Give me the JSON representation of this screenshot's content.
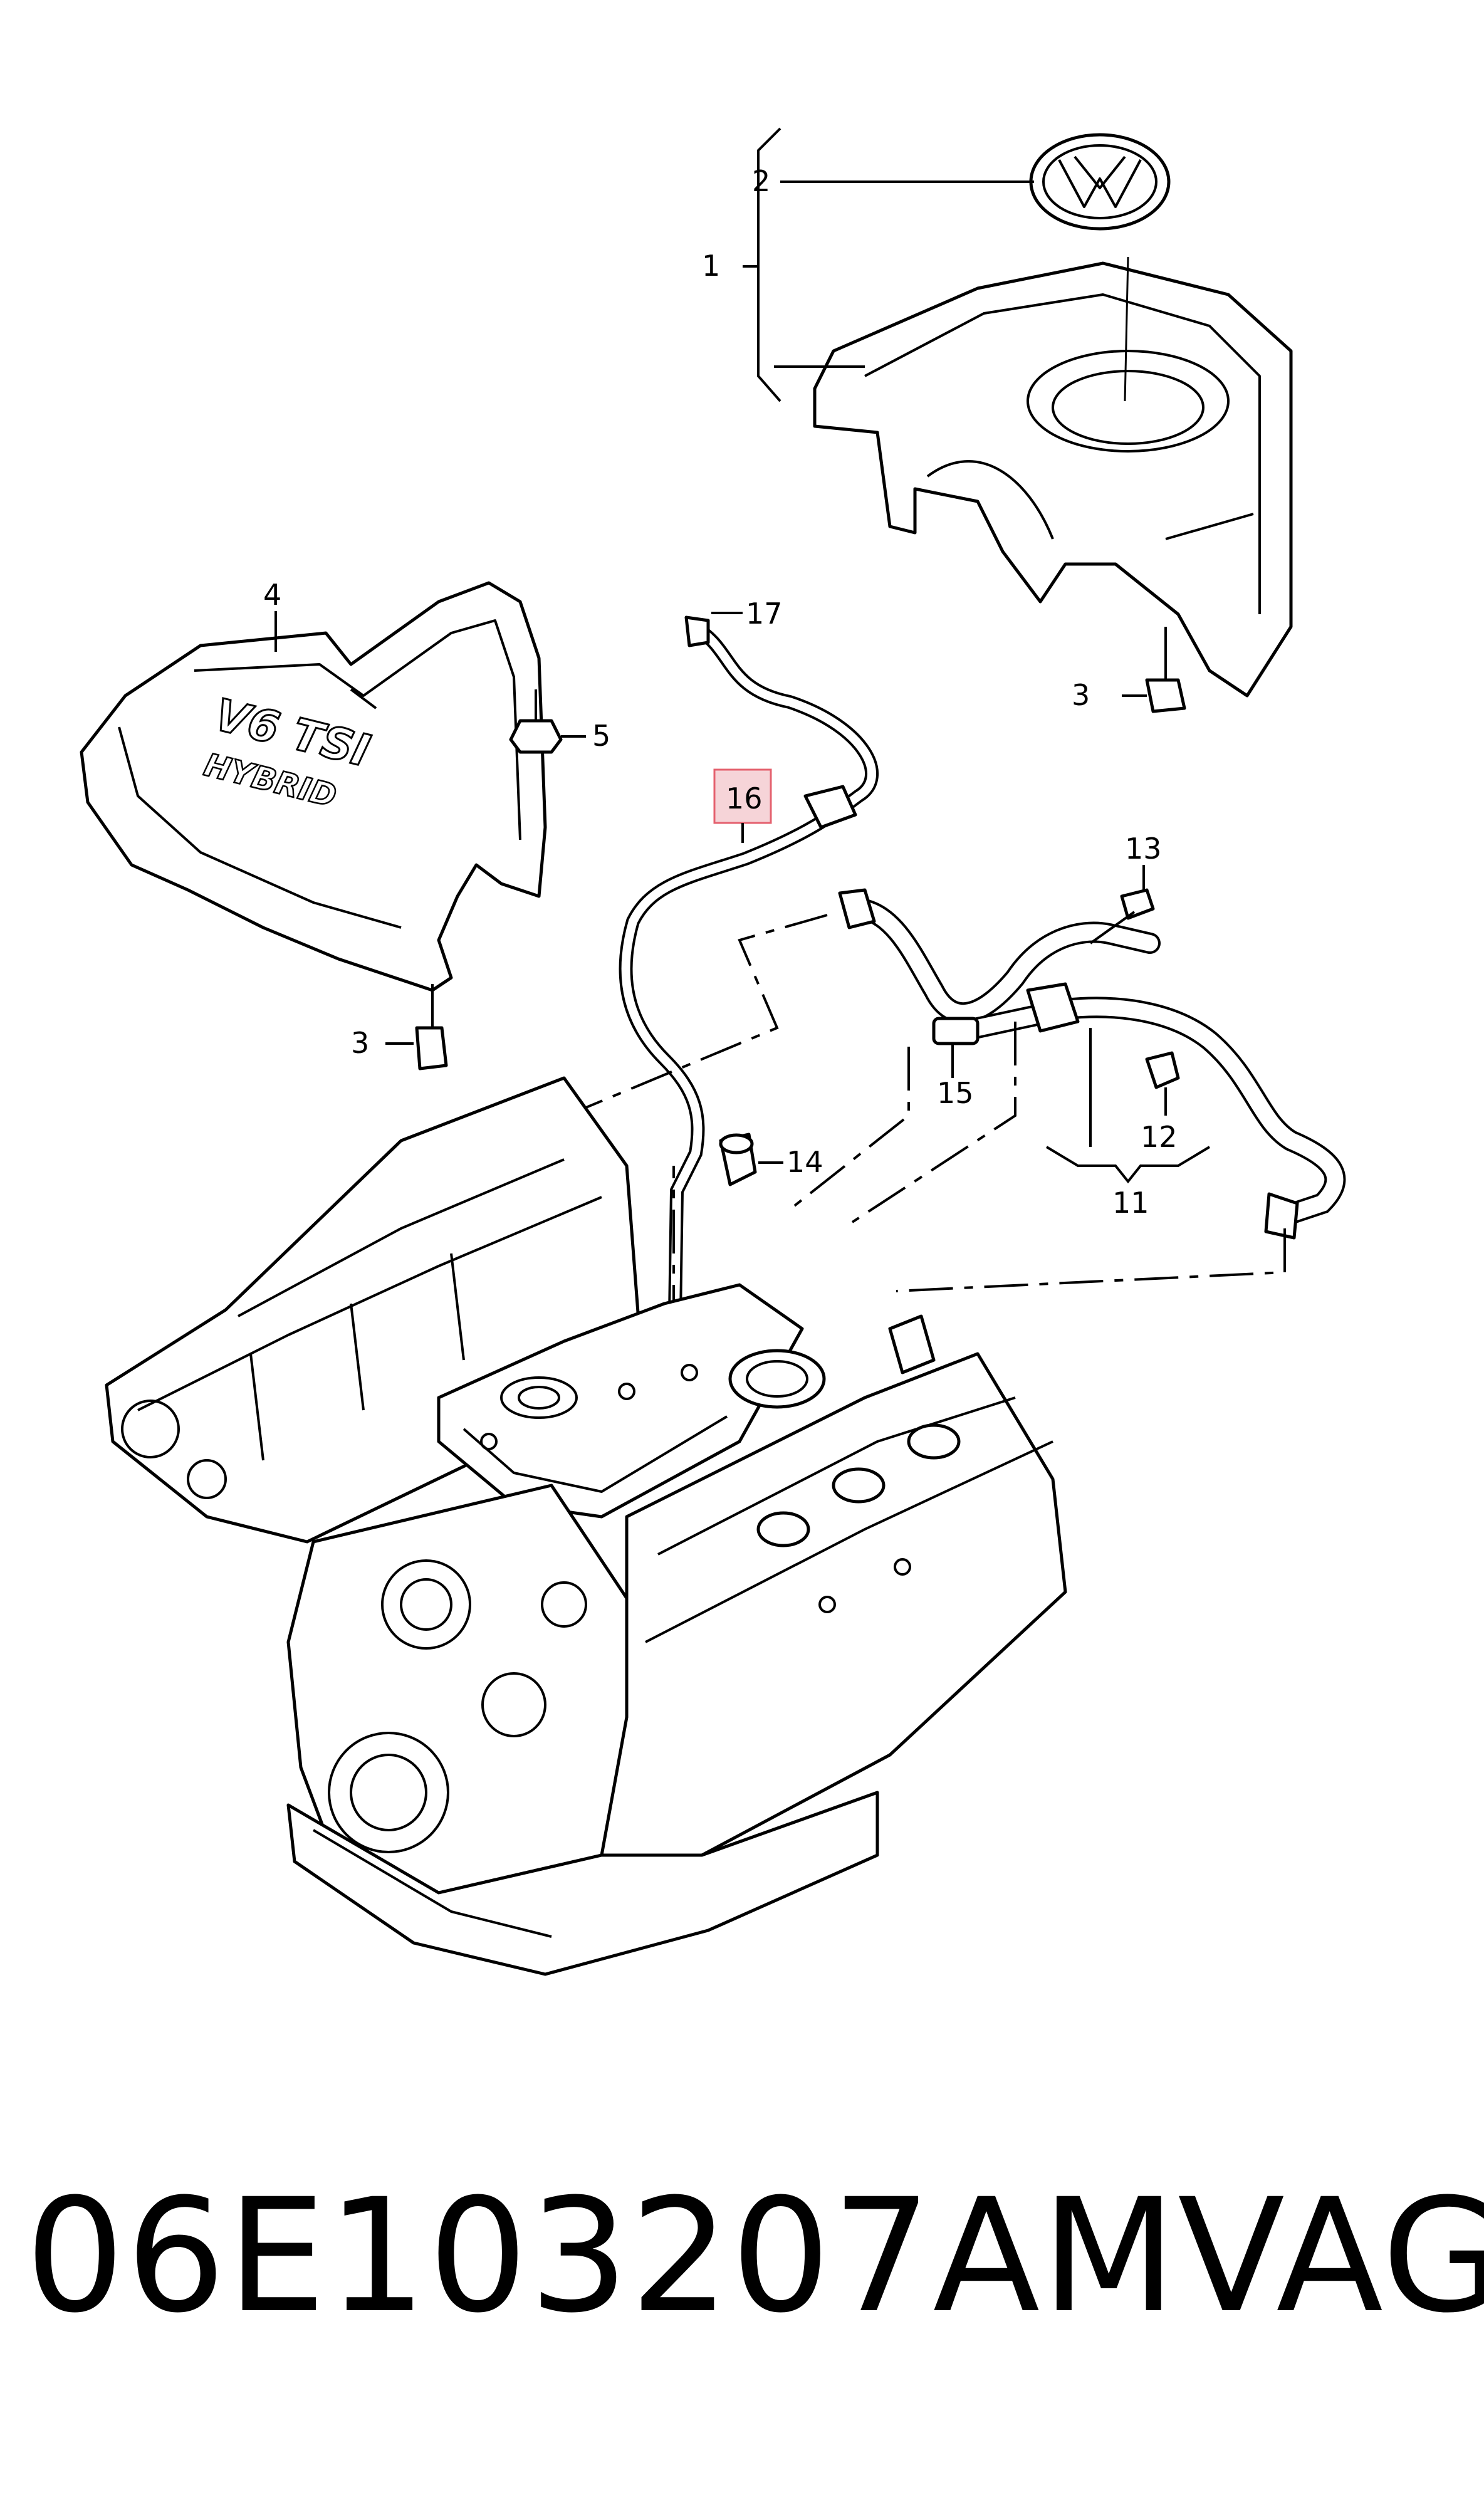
{
  "callouts": {
    "c1": "1",
    "c2": "2",
    "c3a": "3",
    "c3b": "3",
    "c4": "4",
    "c5": "5",
    "c11": "11",
    "c12": "12",
    "c13": "13",
    "c14": "14",
    "c15": "15",
    "c16": "16",
    "c17": "17"
  },
  "cover_text": {
    "line1": "V6 TSI",
    "line2": "HYBRID"
  },
  "highlight_color": "#f6d4d8",
  "footer": {
    "part_number": "06E103207AM",
    "brand": "VAG"
  }
}
